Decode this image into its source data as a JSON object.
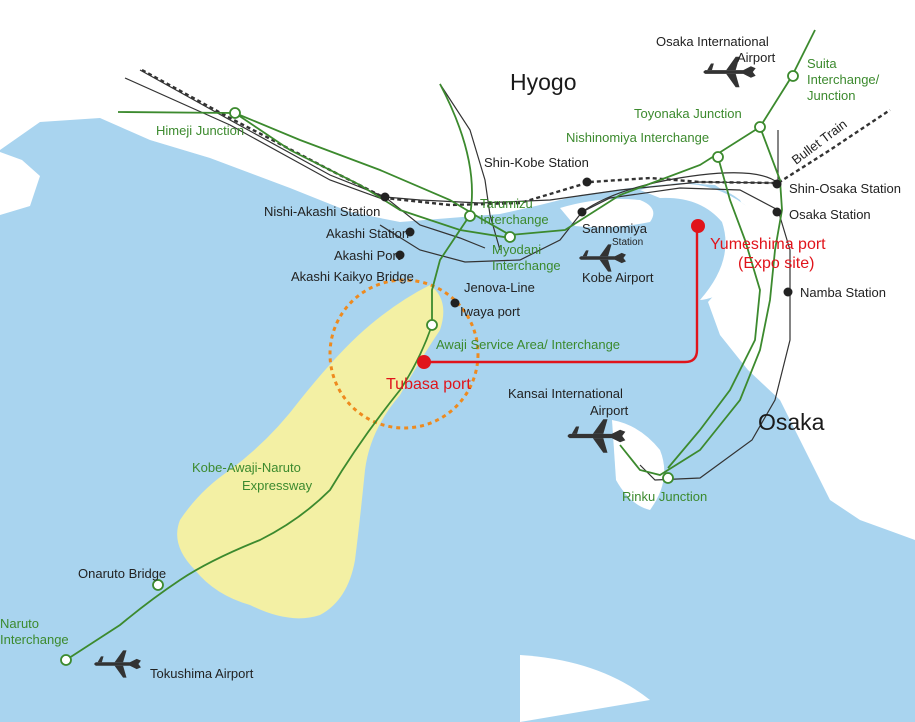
{
  "regions": {
    "hyogo": "Hyogo",
    "osaka": "Osaka"
  },
  "places": {
    "osaka_airport_l1": "Osaka International",
    "osaka_airport_l2": "Airport",
    "suita_l1": "Suita",
    "suita_l2": "Interchange/",
    "suita_l3": "Junction",
    "toyonaka": "Toyonaka Junction",
    "nishinomiya": "Nishinomiya Interchange",
    "himeji": "Himeji Junction",
    "shin_kobe": "Shin-Kobe Station",
    "bullet_train": "Bullet Train",
    "shin_osaka": "Shin-Osaka Station",
    "osaka_station": "Osaka Station",
    "nishi_akashi": "Nishi-Akashi Station",
    "tarumizu_l1": "Tarumizu",
    "tarumizu_l2": "Interchange",
    "sannomiya_l1": "Sannomiya",
    "sannomiya_l2": "Station",
    "akashi_station": "Akashi Station",
    "myodani_l1": "Myodani",
    "myodani_l2": "Interchange",
    "akashi_port": "Akashi Port",
    "akashi_kaikyo": "Akashi Kaikyo Bridge",
    "kobe_airport": "Kobe Airport",
    "jenova": "Jenova-Line",
    "iwaya": "Iwaya port",
    "namba": "Namba Station",
    "awaji": "Awaji Service Area/ Interchange",
    "kansai_l1": "Kansai International",
    "kansai_l2": "Airport",
    "kobe_awaji_l1": "Kobe-Awaji-Naruto",
    "kobe_awaji_l2": "Expressway",
    "rinku": "Rinku Junction",
    "onaruto": "Onaruto Bridge",
    "naruto_l1": "Naruto",
    "naruto_l2": "Interchange",
    "tokushima": "Tokushima Airport"
  },
  "ports": {
    "yumeshima_l1": "Yumeshima port",
    "yumeshima_l2": "(Expo site)",
    "tubasa": "Tubasa port"
  },
  "colors": {
    "sea": "#a9d4ef",
    "awaji_island": "#f3f0a4",
    "expressway": "#3c8a2e",
    "railway": "#333333",
    "ferry_route": "#e0141b",
    "focus_circle": "#ee8a1e",
    "label_green": "#3c8a2e",
    "label_red": "#e0141b"
  },
  "icons": [
    "airplane-icon",
    "station-dot-icon",
    "interchange-ring-icon",
    "port-dot-icon"
  ]
}
